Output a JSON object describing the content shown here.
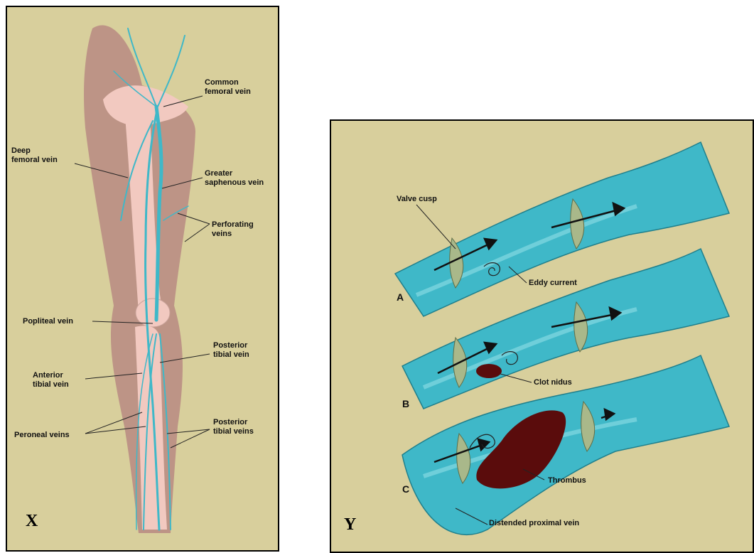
{
  "panel_x": {
    "letter": "X",
    "labels": {
      "common_femoral": "Common\nfemoral vein",
      "deep_femoral": "Deep\nfemoral vein",
      "greater_saphenous": "Greater\nsaphenous vein",
      "perforating": "Perforating\nveins",
      "popliteal": "Popliteal vein",
      "posterior_tibial_vein": "Posterior\ntibial vein",
      "anterior_tibial": "Anterior\ntibial vein",
      "peroneal": "Peroneal veins",
      "posterior_tibial_veins": "Posterior\ntibial veins"
    }
  },
  "panel_y": {
    "letter": "Y",
    "labels": {
      "valve_cusp": "Valve cusp",
      "eddy_current": "Eddy current",
      "clot_nidus": "Clot nidus",
      "thrombus": "Thrombus",
      "distended_proximal_vein": "Distended proximal vein"
    },
    "stages": [
      "A",
      "B",
      "C"
    ]
  },
  "colors": {
    "background": "#d8cf9c",
    "vein": "#3fb8c8",
    "vein_light": "#8fdde6",
    "clot": "#5a0c0c",
    "leg": "#b98a82",
    "bone": "#f2c9c0"
  }
}
